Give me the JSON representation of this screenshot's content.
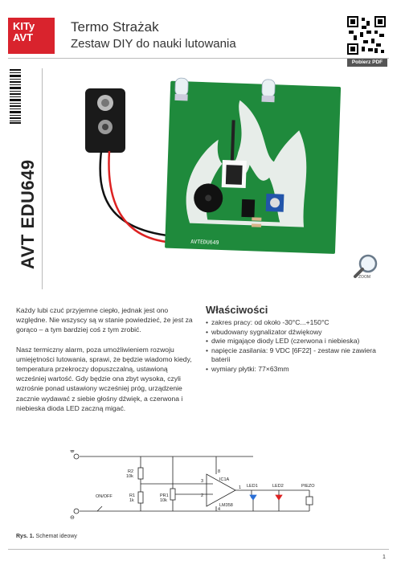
{
  "header": {
    "logo_line1": "KITy",
    "logo_line2": "AVT",
    "title": "Termo Strażak",
    "subtitle": "Zestaw DIY do nauki lutowania",
    "pdf_button": "Pobierz PDF"
  },
  "side": {
    "code": "AVT EDU649"
  },
  "photo": {
    "board_label": "AVTEDU649",
    "zoom_label": "ZOOM"
  },
  "intro": [
    "Każdy lubi czuć przyjemne ciepło, jednak jest ono względne. Nie wszyscy są w stanie powiedzieć, że jest za gorąco – a tym bardziej coś z tym zrobić.",
    "Nasz termiczny alarm, poza umożliwieniem rozwoju umiejętności lutowania, sprawi, że będzie wiadomo kiedy, temperatura przekroczy dopuszczalną, ustawioną wcześniej wartość. Gdy będzie ona zbyt wysoka, czyli wzrośnie ponad ustawiony wcześniej próg, urządzenie zacznie wydawać z siebie głośny dźwięk, a czerwona i niebieska dioda LED zaczną migać."
  ],
  "properties": {
    "title": "Właściwości",
    "items": [
      "zakres pracy:  od około -30°C...+150°C",
      "wbudowany sygnalizator dźwiękowy",
      "dwie migające diody LED (czerwona i niebieska)",
      "napięcie zasilania: 9 VDC [6F22] - zestaw nie zawiera baterii",
      "wymiary płytki: 77×63mm"
    ]
  },
  "schematic": {
    "plus": "⊕",
    "minus": "⊖",
    "r2": "R2",
    "r2_val": "10k",
    "r1": "R1",
    "r1_val": "1k",
    "pr1": "PR1",
    "pr1_val": "10k",
    "onoff": "ON/OFF",
    "ic": "IC1A",
    "ic_type": "LM358",
    "led1": "LED1",
    "led2": "LED2",
    "piezo": "PIEZO",
    "pin8": "8",
    "pin3": "3",
    "pin2": "2",
    "pin1": "1",
    "pin4": "4"
  },
  "caption": {
    "label": "Rys. 1.",
    "text": "Schemat ideowy"
  },
  "footer": {
    "page": "1"
  },
  "colors": {
    "brand_red": "#d9232d",
    "pcb_green": "#1f8a3c"
  }
}
